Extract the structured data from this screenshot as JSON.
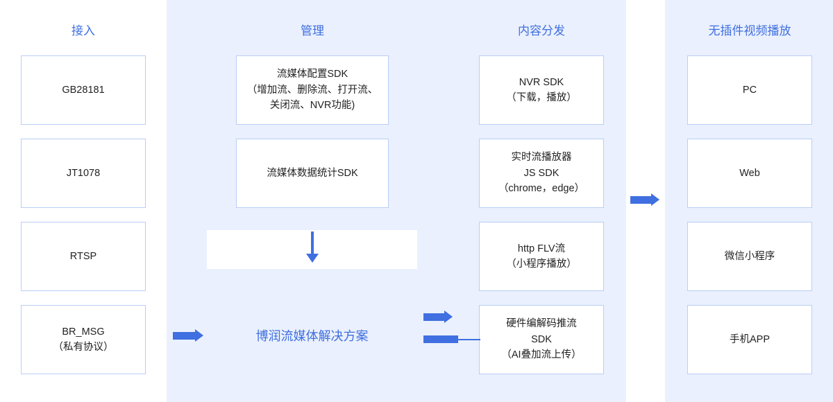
{
  "diagram": {
    "title": "博润流媒体解决方案",
    "accent_color": "#3f6fe0",
    "band_color": "#eaf0fd",
    "columns": [
      {
        "key": "access",
        "title": "接入",
        "nodes": [
          {
            "lines": [
              "GB28181"
            ]
          },
          {
            "lines": [
              "JT1078"
            ]
          },
          {
            "lines": [
              "RTSP"
            ]
          },
          {
            "lines": [
              "BR_MSG",
              "（私有协议）"
            ]
          }
        ]
      },
      {
        "key": "manage",
        "title": "管理",
        "nodes": [
          {
            "lines": [
              "流媒体配置SDK",
              "（增加流、删除流、打开流、",
              "关闭流、NVR功能)"
            ]
          },
          {
            "lines": [
              "流媒体数据统计SDK"
            ]
          }
        ]
      },
      {
        "key": "content",
        "title": "内容分发",
        "nodes": [
          {
            "lines": [
              "NVR SDK",
              "（下载，播放）"
            ]
          },
          {
            "lines": [
              "实时流播放器",
              "JS SDK",
              "（chrome，edge）"
            ]
          },
          {
            "lines": [
              "http FLV流",
              "（小程序播放）"
            ]
          },
          {
            "lines": [
              "硬件编解码推流",
              "SDK",
              "（AI叠加流上传）"
            ]
          }
        ]
      },
      {
        "key": "play",
        "title": "无插件视频播放",
        "nodes": [
          {
            "lines": [
              "PC"
            ]
          },
          {
            "lines": [
              "Web"
            ]
          },
          {
            "lines": [
              "微信小程序"
            ]
          },
          {
            "lines": [
              "手机APP"
            ]
          }
        ]
      }
    ]
  }
}
